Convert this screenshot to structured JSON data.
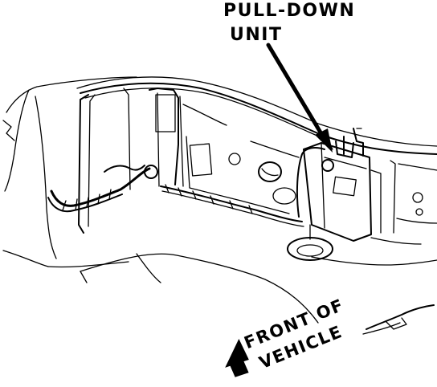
{
  "callouts": {
    "pull_down_line1": "PULL-DOWN",
    "pull_down_line2": "UNIT",
    "front_line1": "FRONT OF",
    "front_line2": "VEHICLE"
  },
  "colors": {
    "ink": "#000000",
    "paper": "#ffffff"
  }
}
